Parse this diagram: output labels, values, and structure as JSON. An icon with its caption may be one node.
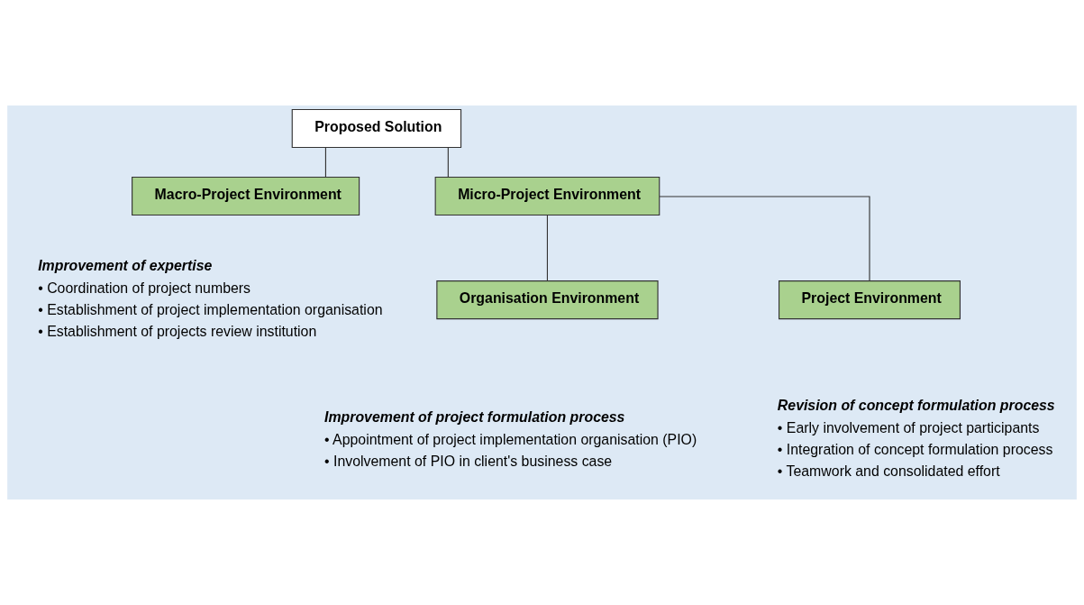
{
  "diagram": {
    "nodes": [
      {
        "text": [
          "Proposed Solution"
        ]
      },
      {
        "text": [
          "Macro-Project Environment"
        ],
        "beside": [
          "Improvement of expertise",
          "• Coordination of project numbers",
          "• Establishment of project implementation organisation",
          "• Establishment of projects review institution"
        ]
      },
      {
        "text": [
          "Micro-Project Environment"
        ]
      },
      {
        "text": [
          "Organisation Environment"
        ],
        "beside": [
          "Improvement of project formulation process",
          "• Appointment of project implementation organisation (PIO)",
          "• Involvement of PIO in client's business case"
        ]
      },
      {
        "text": [
          "Project Environment"
        ],
        "beside": [
          "Revision of concept formulation process",
          "• Early involvement of project participants",
          "• Integration of concept formulation process",
          "• Teamwork and consolidated effort"
        ]
      }
    ],
    "edges": [
      {
        "from": 0,
        "to": 1,
        "arrow": "none"
      },
      {
        "from": 0,
        "to": 2,
        "arrow": "none"
      },
      {
        "from": 2,
        "to": 3,
        "arrow": "none"
      },
      {
        "from": 2,
        "to": 4,
        "arrow": "none"
      }
    ]
  }
}
